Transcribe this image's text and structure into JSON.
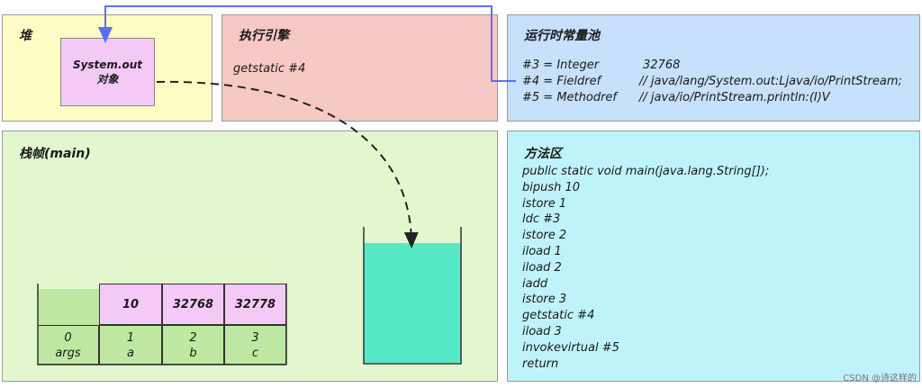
{
  "heap": {
    "title": "堆",
    "object_line1": "System.out",
    "object_line2": "对象"
  },
  "engine": {
    "title": "执行引擎",
    "instruction": "getstatic #4"
  },
  "pool": {
    "title": "运行时常量池",
    "entries": [
      {
        "index": "#3 = Integer",
        "value": "32768"
      },
      {
        "index": "#4 = Fieldref",
        "value": "// java/lang/System.out:Ljava/io/PrintStream;"
      },
      {
        "index": "#5 = Methodref",
        "value": "// java/io/PrintStream.println:(I)V"
      }
    ]
  },
  "frame": {
    "title": "栈帧(main)",
    "locals": [
      {
        "value": "",
        "index": "0",
        "name": "args"
      },
      {
        "value": "10",
        "index": "1",
        "name": "a"
      },
      {
        "value": "32768",
        "index": "2",
        "name": "b"
      },
      {
        "value": "32778",
        "index": "3",
        "name": "c"
      }
    ]
  },
  "method_area": {
    "title": "方法区",
    "lines": [
      "public static void main(java.lang.String[]);",
      "bipush 10",
      "istore 1",
      "ldc #3",
      "istore 2",
      "iload 1",
      "iload 2",
      "iadd",
      "istore 3",
      "getstatic #4",
      "iload 3",
      "invokevirtual #5",
      "return"
    ]
  },
  "watermark": "CSDN @诗这样的",
  "colors": {
    "arrow_blue": "#5b6ff5",
    "arrow_dashed": "#222222"
  }
}
